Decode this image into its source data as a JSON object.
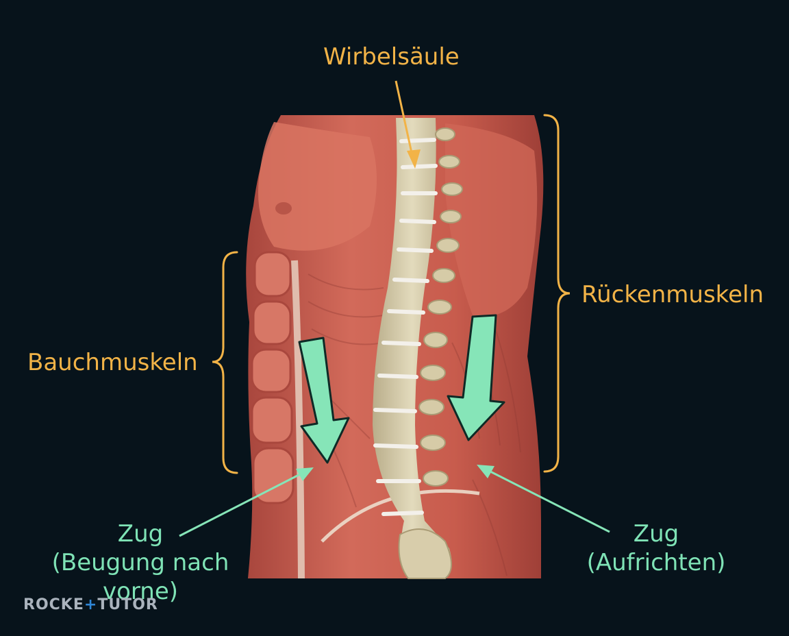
{
  "labels": {
    "spine": "Wirbelsäule",
    "back_muscles": "Rückenmuskeln",
    "abdominal_muscles": "Bauchmuskeln",
    "pull_front_line1": "Zug",
    "pull_front_line2": "(Beugung nach vorne)",
    "pull_back_line1": "Zug",
    "pull_back_line2": "(Aufrichten)"
  },
  "logo": {
    "part1": "ROCKE",
    "plus": "+",
    "part2": "TUTOR"
  },
  "colors": {
    "background": "#07131b",
    "label_orange": "#f2b347",
    "arrow_mint": "#7fe3b6",
    "muscle": "#c8584a",
    "bone": "#d9cfae"
  }
}
